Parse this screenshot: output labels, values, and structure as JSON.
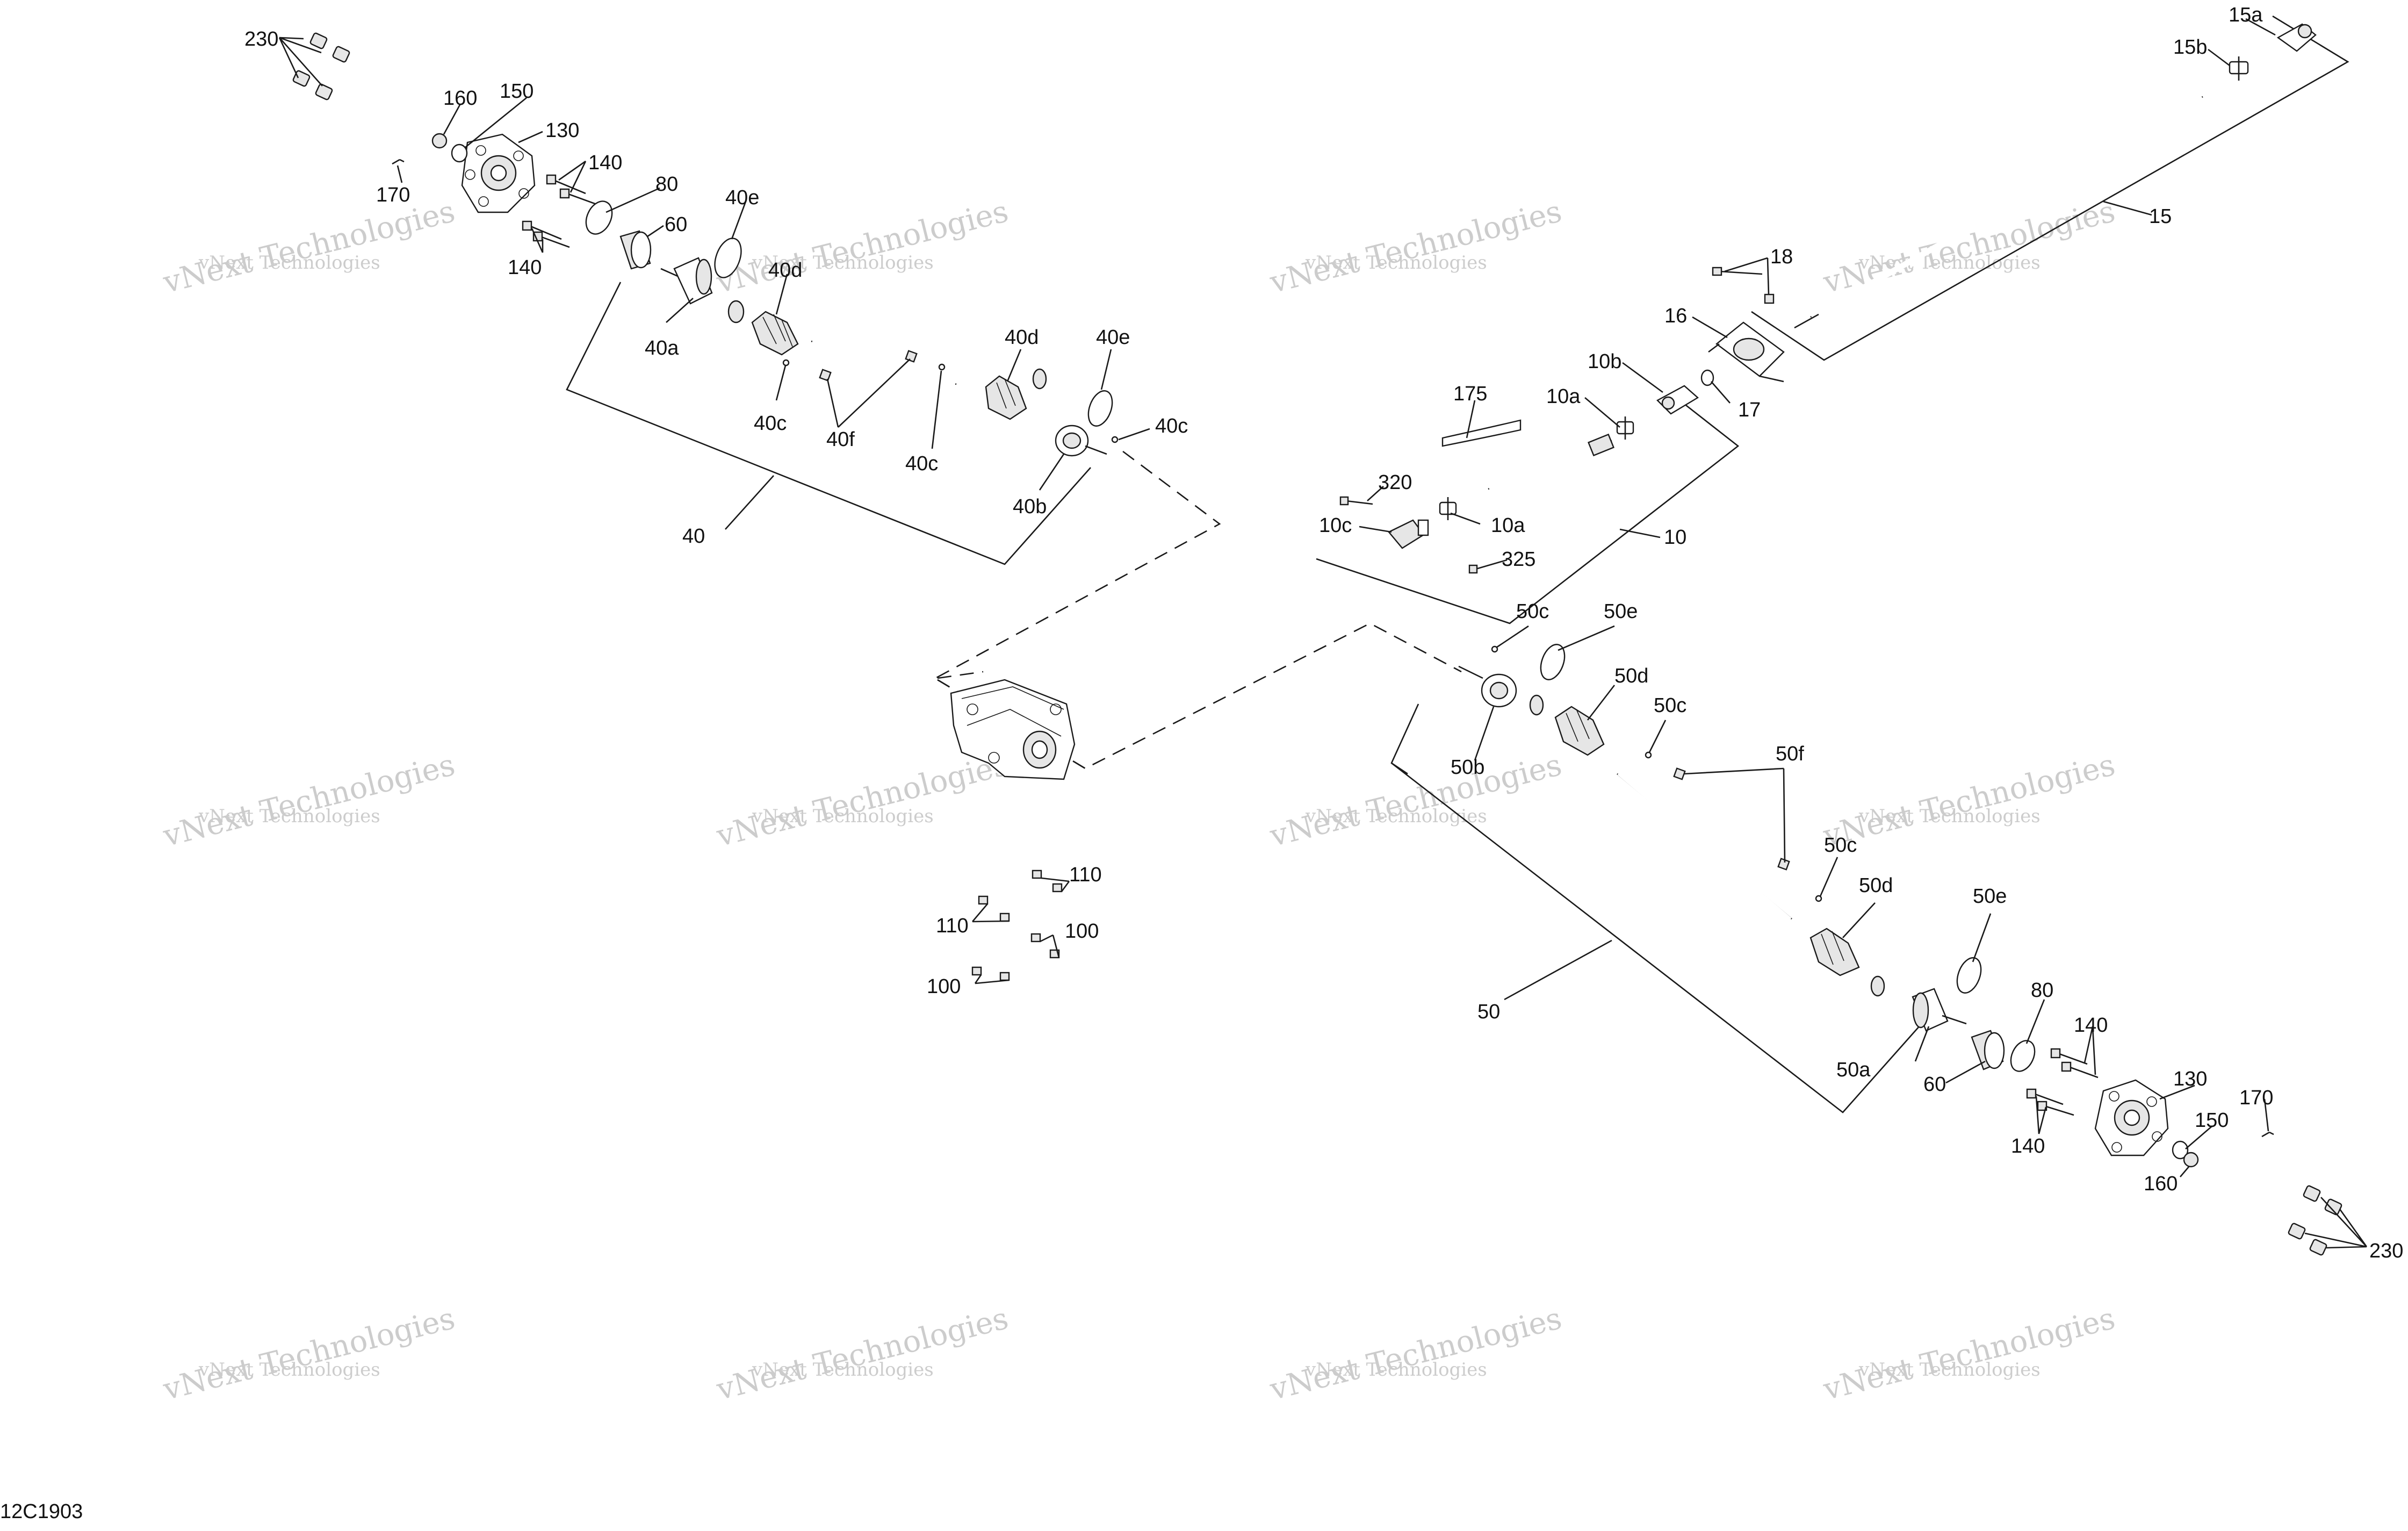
{
  "diagram": {
    "code": "12C1903",
    "watermark": {
      "line1": "vNext Technologies",
      "line2": "vNext Technologies"
    },
    "callouts": {
      "c230_tl": "230",
      "c160_tl": "160",
      "c150_tl": "150",
      "c130_tl": "130",
      "c140_tl_a": "140",
      "c170_tl": "170",
      "c80_tl": "80",
      "c60_tl": "60",
      "c140_tl_b": "140",
      "c40e_a": "40e",
      "c40d_a": "40d",
      "c40a": "40a",
      "c40c_a": "40c",
      "c40f": "40f",
      "c40c_b": "40c",
      "c40d_b": "40d",
      "c40e_b": "40e",
      "c40c_c": "40c",
      "c40b": "40b",
      "c40": "40",
      "c15a": "15a",
      "c15b": "15b",
      "c15": "15",
      "c18": "18",
      "c16": "16",
      "c17": "17",
      "c10b": "10b",
      "c175": "175",
      "c10a_a": "10a",
      "c320": "320",
      "c10c": "10c",
      "c10a_b": "10a",
      "c325": "325",
      "c10": "10",
      "c50c_a": "50c",
      "c50e_a": "50e",
      "c50d_a": "50d",
      "c50c_b": "50c",
      "c50b": "50b",
      "c50f": "50f",
      "c50c_c": "50c",
      "c50d_b": "50d",
      "c50e_b": "50e",
      "c80_br": "80",
      "c50": "50",
      "c50a": "50a",
      "c60_br": "60",
      "c140_br_a": "140",
      "c130_br": "130",
      "c170_br": "170",
      "c150_br": "150",
      "c140_br_b": "140",
      "c160_br": "160",
      "c230_br": "230",
      "c110_a": "110",
      "c110_b": "110",
      "c100_a": "100",
      "c100_b": "100"
    }
  }
}
